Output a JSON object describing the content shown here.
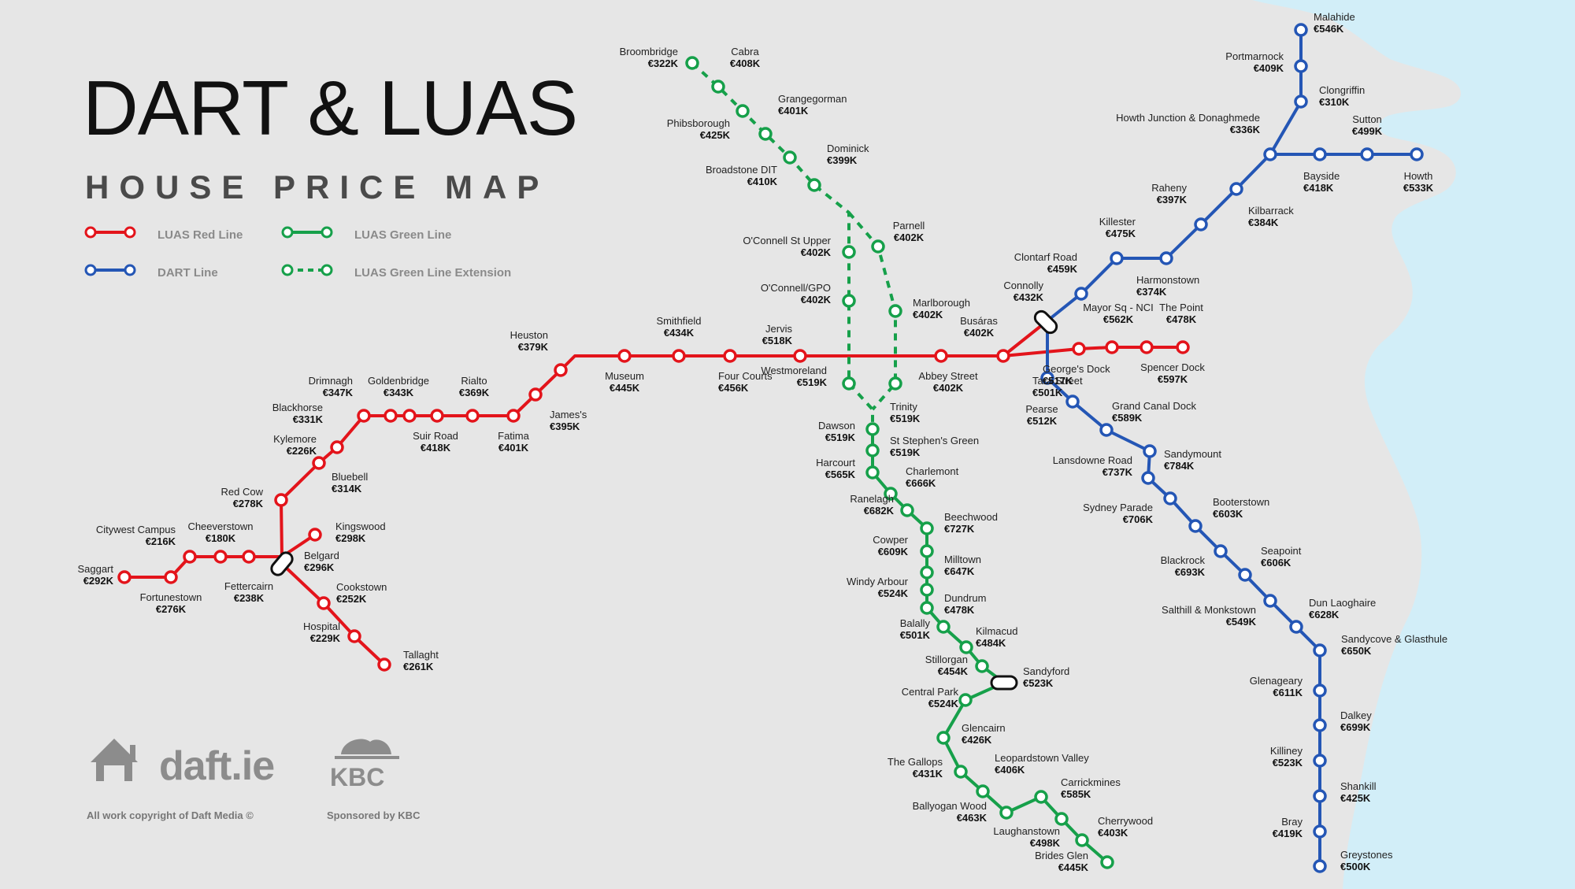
{
  "title": "DART & LUAS",
  "subtitle": "HOUSE PRICE MAP",
  "legend": [
    {
      "label": "LUAS Red Line",
      "color": "#e3141b",
      "style": "solid"
    },
    {
      "label": "LUAS Green Line",
      "color": "#16a04a",
      "style": "solid"
    },
    {
      "label": "DART Line",
      "color": "#2456b5",
      "style": "solid"
    },
    {
      "label": "LUAS Green Line Extension",
      "color": "#16a04a",
      "style": "dashed"
    }
  ],
  "logos": {
    "daft": "daft.ie",
    "kbc": "KBC"
  },
  "copyright": "All work copyright of Daft Media ©",
  "sponsor": "Sponsored by KBC",
  "colors": {
    "red": "#e3141b",
    "green": "#16a04a",
    "blue": "#2456b5",
    "sea": "#d2eef8",
    "land": "#e6e6e6"
  },
  "stations": [
    {
      "id": "saggart",
      "name": "Saggart",
      "price": "€292K",
      "line": "red"
    },
    {
      "id": "fortunestown",
      "name": "Fortunestown",
      "price": "€276K",
      "line": "red"
    },
    {
      "id": "citywest",
      "name": "Citywest Campus",
      "price": "€216K",
      "line": "red"
    },
    {
      "id": "cheeverstown",
      "name": "Cheeverstown",
      "price": "€180K",
      "line": "red"
    },
    {
      "id": "fettercairn",
      "name": "Fettercairn",
      "price": "€238K",
      "line": "red"
    },
    {
      "id": "belgard",
      "name": "Belgard",
      "price": "€296K",
      "line": "red"
    },
    {
      "id": "kingswood",
      "name": "Kingswood",
      "price": "€298K",
      "line": "red"
    },
    {
      "id": "redcow",
      "name": "Red Cow",
      "price": "€278K",
      "line": "red"
    },
    {
      "id": "bluebell",
      "name": "Bluebell",
      "price": "€314K",
      "line": "red"
    },
    {
      "id": "kylemore",
      "name": "Kylemore",
      "price": "€226K",
      "line": "red"
    },
    {
      "id": "blackhorse",
      "name": "Blackhorse",
      "price": "€331K",
      "line": "red"
    },
    {
      "id": "drimnagh",
      "name": "Drimnagh",
      "price": "€347K",
      "line": "red"
    },
    {
      "id": "goldenbridge",
      "name": "Goldenbridge",
      "price": "€343K",
      "line": "red"
    },
    {
      "id": "suirroad",
      "name": "Suir Road",
      "price": "€418K",
      "line": "red"
    },
    {
      "id": "rialto",
      "name": "Rialto",
      "price": "€369K",
      "line": "red"
    },
    {
      "id": "fatima",
      "name": "Fatima",
      "price": "€401K",
      "line": "red"
    },
    {
      "id": "jamess",
      "name": "James's",
      "price": "€395K",
      "line": "red"
    },
    {
      "id": "heuston",
      "name": "Heuston",
      "price": "€379K",
      "line": "red"
    },
    {
      "id": "museum",
      "name": "Museum",
      "price": "€445K",
      "line": "red"
    },
    {
      "id": "smithfield",
      "name": "Smithfield",
      "price": "€434K",
      "line": "red"
    },
    {
      "id": "fourcourts",
      "name": "Four Courts",
      "price": "€456K",
      "line": "red"
    },
    {
      "id": "jervis",
      "name": "Jervis",
      "price": "€518K",
      "line": "red"
    },
    {
      "id": "abbeystreet",
      "name": "Abbey Street",
      "price": "€402K",
      "line": "red"
    },
    {
      "id": "busaras",
      "name": "Busáras",
      "price": "€402K",
      "line": "red"
    },
    {
      "id": "georgesdock",
      "name": "George's Dock",
      "price": "€517K",
      "line": "red"
    },
    {
      "id": "mayorsq",
      "name": "Mayor Sq - NCI",
      "price": "€562K",
      "line": "red"
    },
    {
      "id": "spencerdock",
      "name": "Spencer Dock",
      "price": "€597K",
      "line": "red"
    },
    {
      "id": "thepoint",
      "name": "The Point",
      "price": "€478K",
      "line": "red"
    },
    {
      "id": "cookstown",
      "name": "Cookstown",
      "price": "€252K",
      "line": "red"
    },
    {
      "id": "hospital",
      "name": "Hospital",
      "price": "€229K",
      "line": "red"
    },
    {
      "id": "tallaght",
      "name": "Tallaght",
      "price": "€261K",
      "line": "red"
    },
    {
      "id": "broombridge",
      "name": "Broombridge",
      "price": "€322K",
      "line": "greenext"
    },
    {
      "id": "cabra",
      "name": "Cabra",
      "price": "€408K",
      "line": "greenext"
    },
    {
      "id": "phibsborough",
      "name": "Phibsborough",
      "price": "€425K",
      "line": "greenext"
    },
    {
      "id": "grangegorman",
      "name": "Grangegorman",
      "price": "€401K",
      "line": "greenext"
    },
    {
      "id": "broadstone",
      "name": "Broadstone DIT",
      "price": "€410K",
      "line": "greenext"
    },
    {
      "id": "dominick",
      "name": "Dominick",
      "price": "€399K",
      "line": "greenext"
    },
    {
      "id": "parnell",
      "name": "Parnell",
      "price": "€402K",
      "line": "greenext"
    },
    {
      "id": "oconnellupper",
      "name": "O'Connell St Upper",
      "price": "€402K",
      "line": "greenext"
    },
    {
      "id": "marlborough",
      "name": "Marlborough",
      "price": "€402K",
      "line": "greenext"
    },
    {
      "id": "oconnellgpo",
      "name": "O'Connell/GPO",
      "price": "€402K",
      "line": "greenext"
    },
    {
      "id": "westmoreland",
      "name": "Westmoreland",
      "price": "€519K",
      "line": "greenext"
    },
    {
      "id": "trinity",
      "name": "Trinity",
      "price": "€519K",
      "line": "greenext"
    },
    {
      "id": "dawson",
      "name": "Dawson",
      "price": "€519K",
      "line": "greenext"
    },
    {
      "id": "ststephens",
      "name": "St Stephen's Green",
      "price": "€519K",
      "line": "green"
    },
    {
      "id": "harcourt",
      "name": "Harcourt",
      "price": "€565K",
      "line": "green"
    },
    {
      "id": "charlemont",
      "name": "Charlemont",
      "price": "€666K",
      "line": "green"
    },
    {
      "id": "ranelagh",
      "name": "Ranelagh",
      "price": "€682K",
      "line": "green"
    },
    {
      "id": "beechwood",
      "name": "Beechwood",
      "price": "€727K",
      "line": "green"
    },
    {
      "id": "cowper",
      "name": "Cowper",
      "price": "€609K",
      "line": "green"
    },
    {
      "id": "milltown",
      "name": "Milltown",
      "price": "€647K",
      "line": "green"
    },
    {
      "id": "windyarbour",
      "name": "Windy Arbour",
      "price": "€524K",
      "line": "green"
    },
    {
      "id": "dundrum",
      "name": "Dundrum",
      "price": "€478K",
      "line": "green"
    },
    {
      "id": "balally",
      "name": "Balally",
      "price": "€501K",
      "line": "green"
    },
    {
      "id": "kilmacud",
      "name": "Kilmacud",
      "price": "€484K",
      "line": "green"
    },
    {
      "id": "stillorgan",
      "name": "Stillorgan",
      "price": "€454K",
      "line": "green"
    },
    {
      "id": "sandyford",
      "name": "Sandyford",
      "price": "€523K",
      "line": "green"
    },
    {
      "id": "centralpark",
      "name": "Central Park",
      "price": "€524K",
      "line": "green"
    },
    {
      "id": "glencairn",
      "name": "Glencairn",
      "price": "€426K",
      "line": "green"
    },
    {
      "id": "thegallops",
      "name": "The Gallops",
      "price": "€431K",
      "line": "green"
    },
    {
      "id": "leopardstown",
      "name": "Leopardstown Valley",
      "price": "€406K",
      "line": "green"
    },
    {
      "id": "ballyogan",
      "name": "Ballyogan Wood",
      "price": "€463K",
      "line": "green"
    },
    {
      "id": "carrickmines",
      "name": "Carrickmines",
      "price": "€585K",
      "line": "green"
    },
    {
      "id": "laughanstown",
      "name": "Laughanstown",
      "price": "€498K",
      "line": "green"
    },
    {
      "id": "cherrywood",
      "name": "Cherrywood",
      "price": "€403K",
      "line": "green"
    },
    {
      "id": "bridesglen",
      "name": "Brides Glen",
      "price": "€445K",
      "line": "green"
    },
    {
      "id": "malahide",
      "name": "Malahide",
      "price": "€546K",
      "line": "blue"
    },
    {
      "id": "portmarnock",
      "name": "Portmarnock",
      "price": "€409K",
      "line": "blue"
    },
    {
      "id": "clongriffin",
      "name": "Clongriffin",
      "price": "€310K",
      "line": "blue"
    },
    {
      "id": "howthjunction",
      "name": "Howth Junction & Donaghmede",
      "price": "€336K",
      "line": "blue"
    },
    {
      "id": "bayside",
      "name": "Bayside",
      "price": "€418K",
      "line": "blue"
    },
    {
      "id": "sutton",
      "name": "Sutton",
      "price": "€499K",
      "line": "blue"
    },
    {
      "id": "howth",
      "name": "Howth",
      "price": "€533K",
      "line": "blue"
    },
    {
      "id": "kilbarrack",
      "name": "Kilbarrack",
      "price": "€384K",
      "line": "blue"
    },
    {
      "id": "raheny",
      "name": "Raheny",
      "price": "€397K",
      "line": "blue"
    },
    {
      "id": "harmonstown",
      "name": "Harmonstown",
      "price": "€374K",
      "line": "blue"
    },
    {
      "id": "killester",
      "name": "Killester",
      "price": "€475K",
      "line": "blue"
    },
    {
      "id": "clontarf",
      "name": "Clontarf Road",
      "price": "€459K",
      "line": "blue"
    },
    {
      "id": "connolly",
      "name": "Connolly",
      "price": "€432K",
      "line": "blue"
    },
    {
      "id": "tarastreet",
      "name": "Tara Street",
      "price": "€501K",
      "line": "blue"
    },
    {
      "id": "pearse",
      "name": "Pearse",
      "price": "€512K",
      "line": "blue"
    },
    {
      "id": "grandcanal",
      "name": "Grand Canal Dock",
      "price": "€589K",
      "line": "blue"
    },
    {
      "id": "lansdowne",
      "name": "Lansdowne Road",
      "price": "€737K",
      "line": "blue"
    },
    {
      "id": "sandymount",
      "name": "Sandymount",
      "price": "€784K",
      "line": "blue"
    },
    {
      "id": "sydneyparade",
      "name": "Sydney Parade",
      "price": "€706K",
      "line": "blue"
    },
    {
      "id": "booterstown",
      "name": "Booterstown",
      "price": "€603K",
      "line": "blue"
    },
    {
      "id": "blackrock",
      "name": "Blackrock",
      "price": "€693K",
      "line": "blue"
    },
    {
      "id": "seapoint",
      "name": "Seapoint",
      "price": "€606K",
      "line": "blue"
    },
    {
      "id": "salthill",
      "name": "Salthill & Monkstown",
      "price": "€549K",
      "line": "blue"
    },
    {
      "id": "dunlaoghaire",
      "name": "Dun Laoghaire",
      "price": "€628K",
      "line": "blue"
    },
    {
      "id": "sandycove",
      "name": "Sandycove & Glasthule",
      "price": "€650K",
      "line": "blue"
    },
    {
      "id": "glenageary",
      "name": "Glenageary",
      "price": "€611K",
      "line": "blue"
    },
    {
      "id": "dalkey",
      "name": "Dalkey",
      "price": "€699K",
      "line": "blue"
    },
    {
      "id": "killiney",
      "name": "Killiney",
      "price": "€523K",
      "line": "blue"
    },
    {
      "id": "shankill",
      "name": "Shankill",
      "price": "€425K",
      "line": "blue"
    },
    {
      "id": "bray",
      "name": "Bray",
      "price": "€419K",
      "line": "blue"
    },
    {
      "id": "greystones",
      "name": "Greystones",
      "price": "€500K",
      "line": "blue"
    }
  ]
}
